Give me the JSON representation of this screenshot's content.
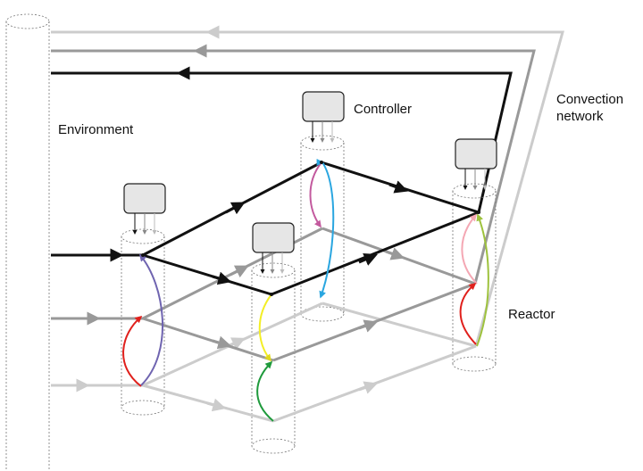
{
  "labels": {
    "environment": "Environment",
    "controller": "Controller",
    "convection_line1": "Convection",
    "convection_line2": "network",
    "reactor": "Reactor"
  },
  "colors": {
    "layer_top": "#111111",
    "layer_mid": "#999999",
    "layer_bottom": "#cccccc",
    "reaction_red": "#e0201c",
    "reaction_purple": "#6f64b0",
    "reaction_yellow": "#f3ee26",
    "reaction_green": "#1f9a3c",
    "reaction_pink": "#c35a9e",
    "reaction_blue": "#2aa6e0",
    "reaction_lightpink": "#f4a7b3",
    "reaction_lightgreen": "#9ec23d"
  }
}
